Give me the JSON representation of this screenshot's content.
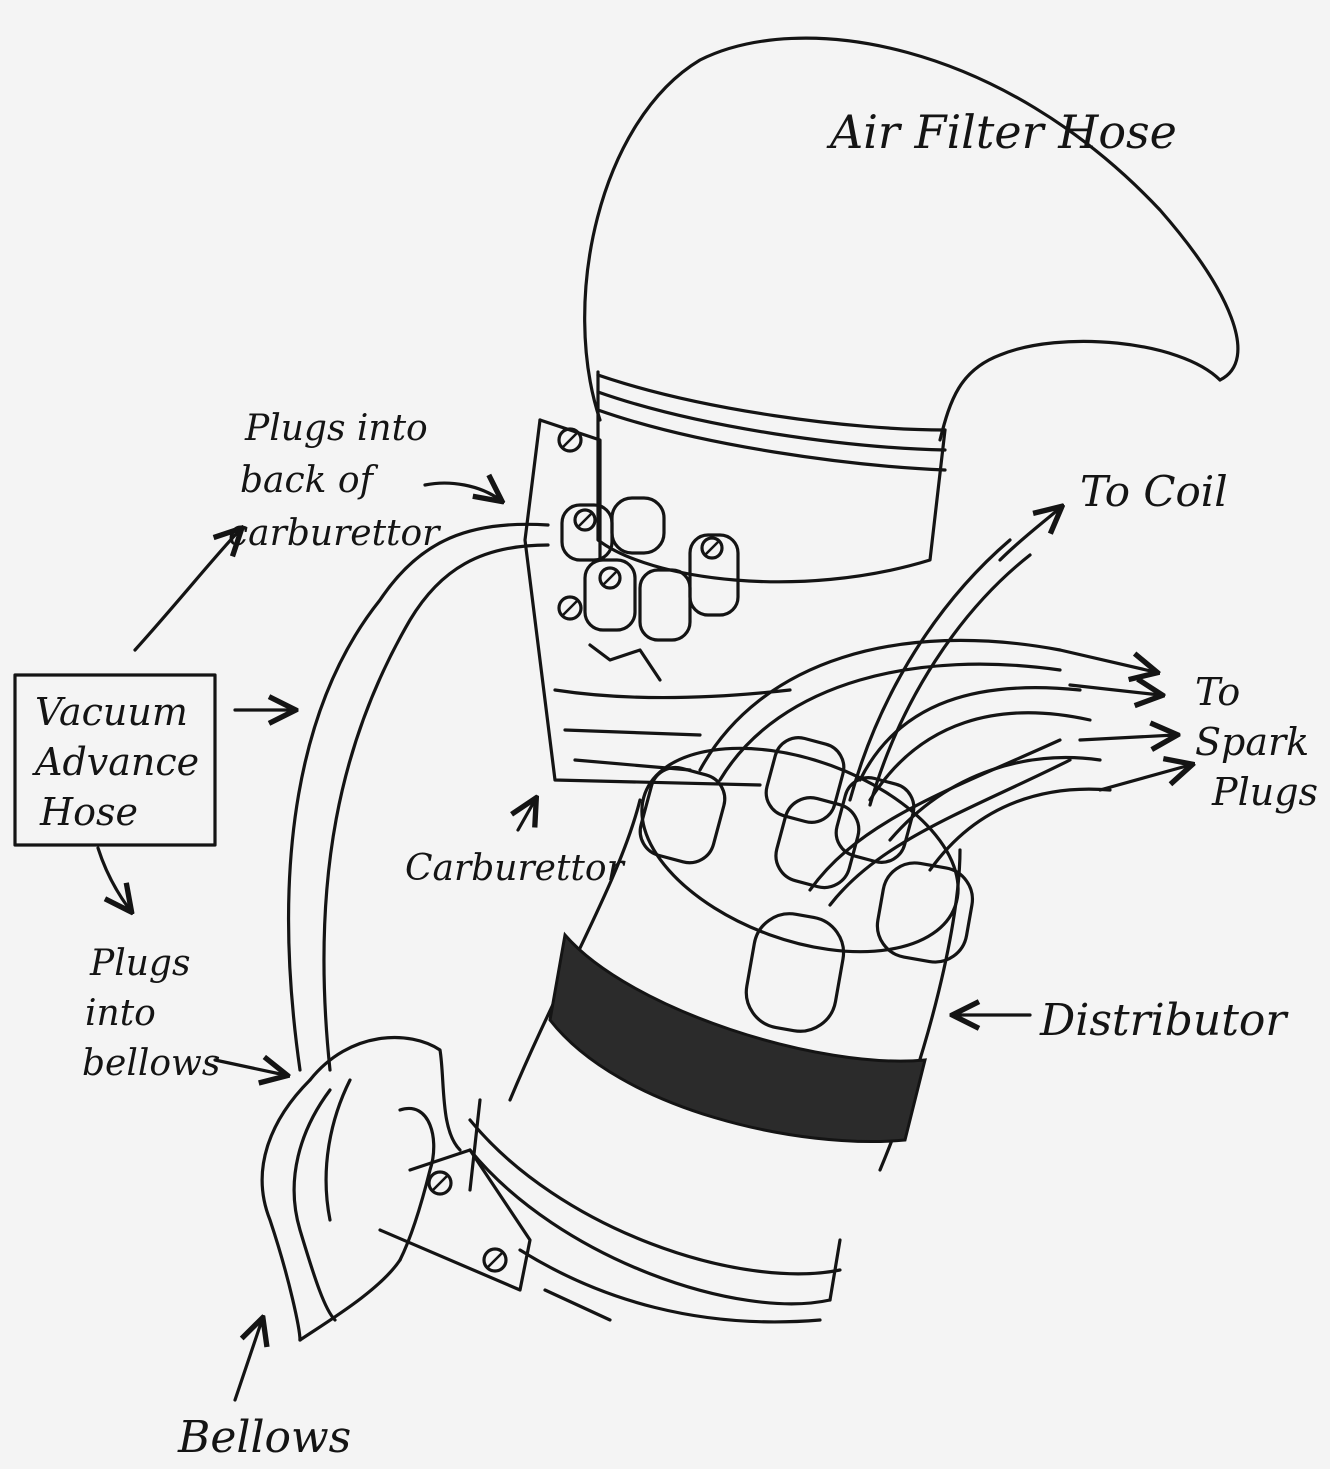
{
  "diagram": {
    "ink_color": "#141414",
    "paper_color": "#f4f4f4",
    "band_color": "#2b2b2b",
    "labels": {
      "air_filter_hose": "Air Filter Hose",
      "plugs_back": [
        "Plugs into",
        "back of",
        "carburettor"
      ],
      "to_coil": "To Coil",
      "vacuum_hose": [
        "Vacuum",
        "Advance",
        "Hose"
      ],
      "spark_plugs": [
        "To",
        "Spark",
        "Plugs"
      ],
      "carburettor": "Carburettor",
      "plugs_bellows": [
        "Plugs",
        "into",
        "bellows"
      ],
      "distributor": "Distributor",
      "bellows": "Bellows"
    }
  }
}
